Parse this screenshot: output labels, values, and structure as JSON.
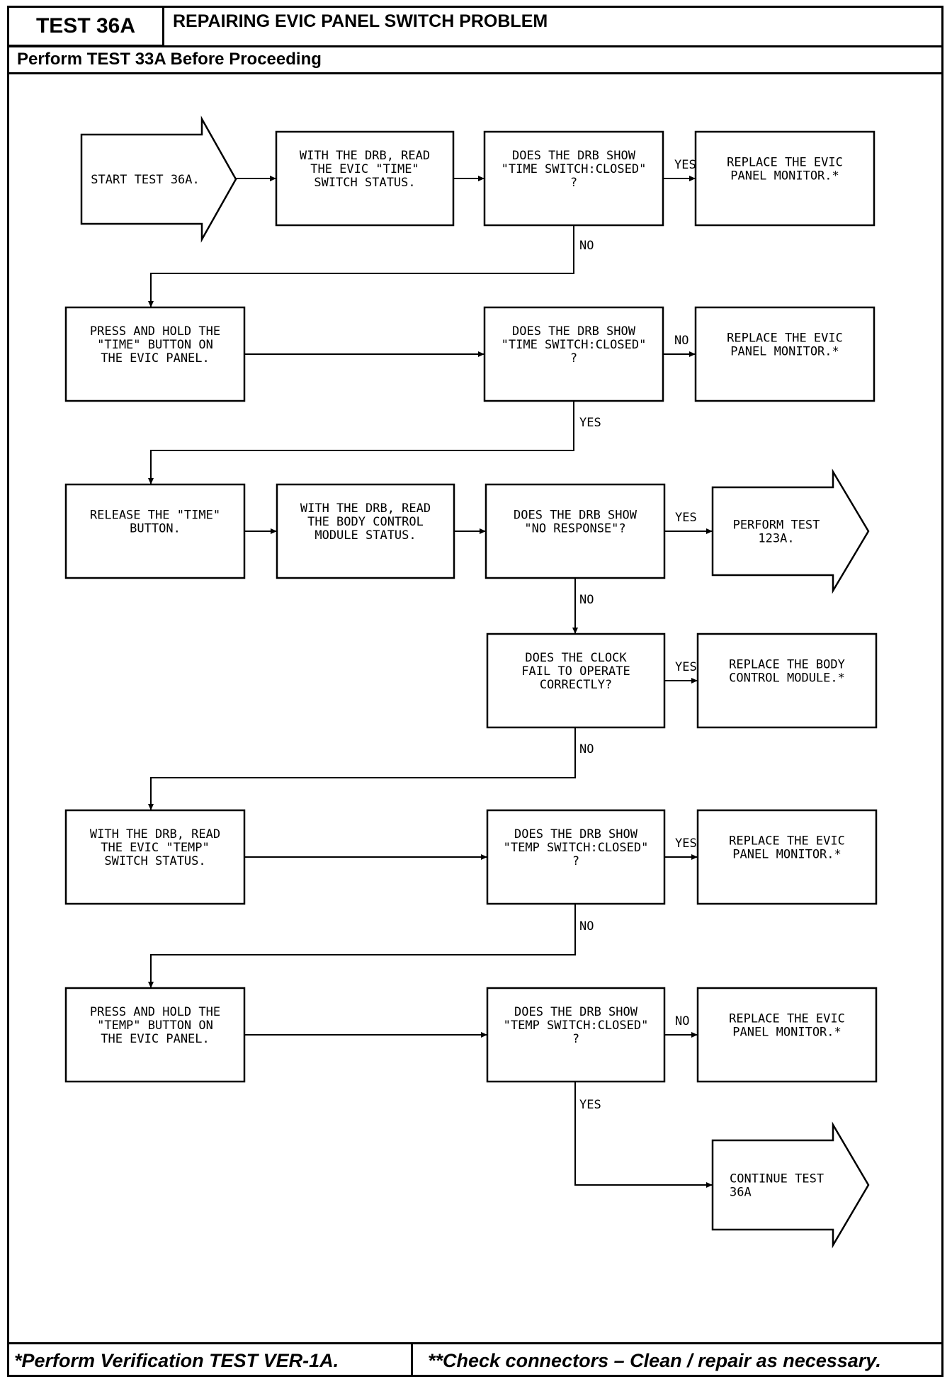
{
  "header": {
    "test_id": "TEST 36A",
    "title": "REPAIRING EVIC PANEL SWITCH PROBLEM",
    "subtitle": "Perform TEST 33A Before Proceeding"
  },
  "footer": {
    "left": "*Perform Verification TEST VER-1A.",
    "right": "**Check connectors – Clean / repair as necessary."
  },
  "nodes": {
    "start": [
      "START TEST 36A."
    ],
    "read_time": [
      "WITH THE DRB, READ",
      "THE EVIC \"TIME\"",
      "SWITCH STATUS."
    ],
    "q_time_closed_1": [
      "DOES THE DRB SHOW",
      "\"TIME SWITCH:CLOSED\"",
      "?"
    ],
    "replace_1": [
      "REPLACE THE EVIC",
      "PANEL MONITOR.*"
    ],
    "press_time": [
      "PRESS AND HOLD THE",
      "\"TIME\" BUTTON ON",
      "THE EVIC PANEL."
    ],
    "q_time_closed_2": [
      "DOES THE DRB SHOW",
      "\"TIME SWITCH:CLOSED\"",
      "?"
    ],
    "replace_2": [
      "REPLACE THE EVIC",
      "PANEL MONITOR.*"
    ],
    "release_time": [
      "RELEASE THE \"TIME\"",
      "BUTTON."
    ],
    "read_bcm": [
      "WITH THE DRB, READ",
      "THE BODY CONTROL",
      "MODULE STATUS."
    ],
    "q_no_response": [
      "DOES THE DRB SHOW",
      "\"NO RESPONSE\"?"
    ],
    "perform_123a": [
      "PERFORM TEST",
      "123A."
    ],
    "q_clock": [
      "DOES THE CLOCK",
      "FAIL TO OPERATE",
      "CORRECTLY?"
    ],
    "replace_bcm": [
      "REPLACE THE BODY",
      "CONTROL MODULE.*"
    ],
    "read_temp": [
      "WITH THE DRB, READ",
      "THE EVIC \"TEMP\"",
      "SWITCH STATUS."
    ],
    "q_temp_closed_1": [
      "DOES THE DRB SHOW",
      "\"TEMP SWITCH:CLOSED\"",
      "?"
    ],
    "replace_3": [
      "REPLACE THE EVIC",
      "PANEL MONITOR.*"
    ],
    "press_temp": [
      "PRESS AND HOLD THE",
      "\"TEMP\" BUTTON ON",
      "THE EVIC PANEL."
    ],
    "q_temp_closed_2": [
      "DOES THE DRB SHOW",
      "\"TEMP SWITCH:CLOSED\"",
      "?"
    ],
    "replace_4": [
      "REPLACE THE EVIC",
      "PANEL MONITOR.*"
    ],
    "continue_36a": [
      "CONTINUE TEST",
      "36A"
    ]
  },
  "edge_labels": {
    "yes": "YES",
    "no": "NO"
  }
}
